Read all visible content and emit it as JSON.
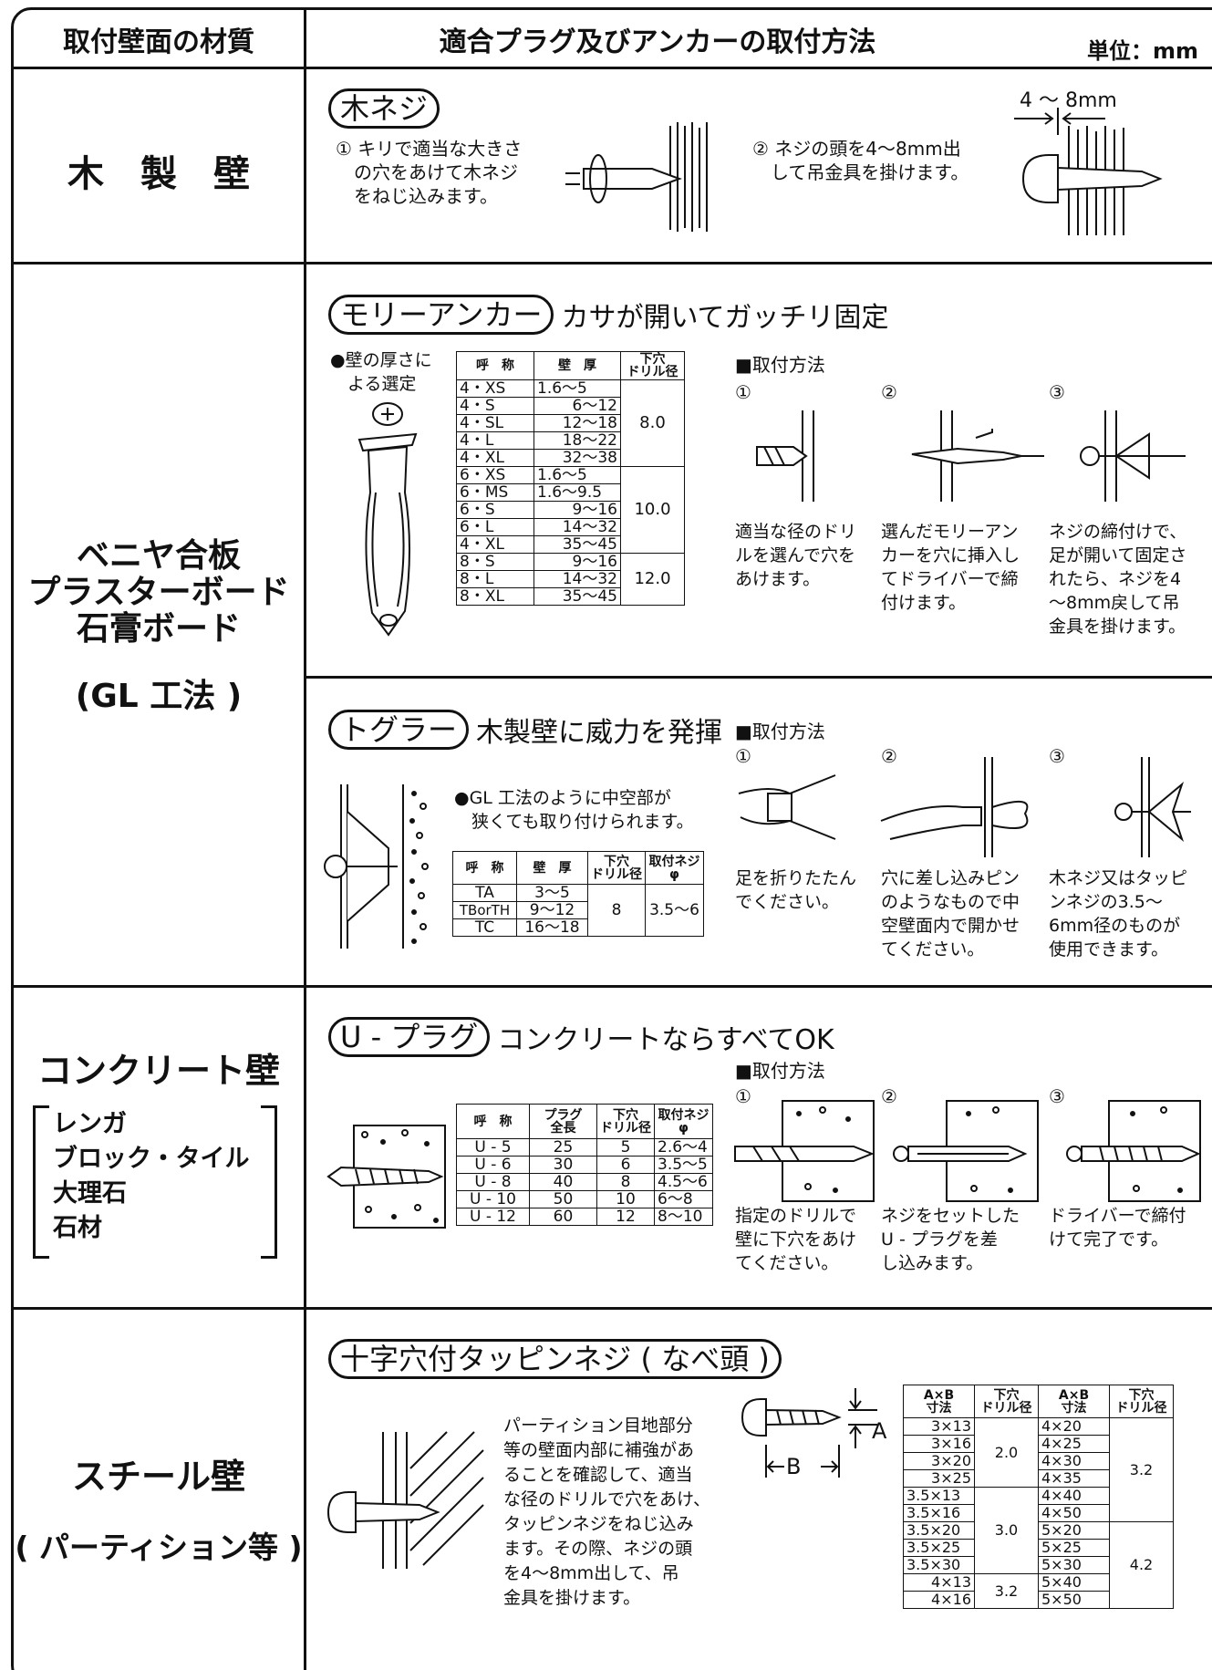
{
  "header": {
    "material_col": "取付壁面の材質",
    "method_col": "適合プラグ及びアンカーの取付方法",
    "unit": "単位：mm"
  },
  "wood": {
    "material": "木　製　壁",
    "title": "木ネジ",
    "step1": "① キリで適当な大きさ\n　の穴をあけて木ネジ\n　をねじ込みます。",
    "step2": "② ネジの頭を4～8mm出\n　して吊金具を掛けます。",
    "dim": "4 ～ 8mm"
  },
  "veneer": {
    "material_lines": [
      "ベニヤ合板",
      "プラスターボード",
      "石膏ボード"
    ],
    "sub": "(GL 工法 )"
  },
  "molly": {
    "title": "モリーアンカー",
    "tagline": "カサが開いてガッチリ固定",
    "select_note": "●壁の厚さに\n　よる選定",
    "method_label": "■取付方法",
    "steps": [
      "①",
      "②",
      "③"
    ],
    "desc": [
      "適当な径のドリ\nルを選んで穴を\nあけます。",
      "選んだモリーアン\nカーを穴に挿入し\nてドライバーで締\n付けます。",
      "ネジの締付けで、\n足が開いて固定さ\nれたら、ネジを4\n～8mm戻して吊\n金具を掛けます。"
    ],
    "table": {
      "headers": [
        "呼　称",
        "壁　厚",
        "下穴\nドリル径"
      ],
      "rows": [
        [
          "4・XS",
          "1.6～5"
        ],
        [
          "4・S",
          "6～12"
        ],
        [
          "4・SL",
          "12～18"
        ],
        [
          "4・L",
          "18～22"
        ],
        [
          "4・XL",
          "32～38"
        ],
        [
          "6・XS",
          "1.6～5"
        ],
        [
          "6・MS",
          "1.6～9.5"
        ],
        [
          "6・S",
          "9～16"
        ],
        [
          "6・L",
          "14～32"
        ],
        [
          "4・XL",
          "35～45"
        ],
        [
          "8・S",
          "9～16"
        ],
        [
          "8・L",
          "14～32"
        ],
        [
          "8・XL",
          "35～45"
        ]
      ],
      "drills": [
        "8.0",
        "10.0",
        "12.0"
      ]
    }
  },
  "toggler": {
    "title": "トグラー",
    "tagline": "木製壁に威力を発揮",
    "note": "●GL 工法のように中空部が\n　狭くても取り付けられます。",
    "method_label": "■取付方法",
    "steps": [
      "①",
      "②",
      "③"
    ],
    "desc": [
      "足を折りたたん\nでください。",
      "穴に差し込みピン\nのようなもので中\n空壁面内で開かせ\nてください。",
      "木ネジ又はタッピ\nンネジの3.5～\n6mm径のものが\n使用できます。"
    ],
    "table": {
      "headers": [
        "呼　称",
        "壁　厚",
        "下穴\nドリル径",
        "取付ネジ\nφ"
      ],
      "rows": [
        [
          "TA",
          "3～5"
        ],
        [
          "TBorTH",
          "9～12"
        ],
        [
          "TC",
          "16～18"
        ]
      ],
      "drill": "8",
      "screw": "3.5～6"
    }
  },
  "concrete": {
    "material": "コンクリート壁",
    "sub_lines": [
      "レンガ",
      "ブロック・タイル",
      "大理石",
      "石材"
    ],
    "title": "U - プラグ",
    "tagline": "コンクリートならすべてOK",
    "method_label": "■取付方法",
    "steps": [
      "①",
      "②",
      "③"
    ],
    "desc": [
      "指定のドリルで\n壁に下穴をあけ\nてください。",
      "ネジをセットした\nU - プラグを差\nし込みます。",
      "ドライバーで締付\nけて完了です。"
    ],
    "table": {
      "headers": [
        "呼　称",
        "プラグ\n全長",
        "下穴\nドリル径",
        "取付ネジ\nφ"
      ],
      "rows": [
        [
          "U - 5",
          "25",
          "5",
          "2.6～4"
        ],
        [
          "U - 6",
          "30",
          "6",
          "3.5～5"
        ],
        [
          "U - 8",
          "40",
          "8",
          "4.5～6"
        ],
        [
          "U - 10",
          "50",
          "10",
          "6～8"
        ],
        [
          "U - 12",
          "60",
          "12",
          "8～10"
        ]
      ]
    }
  },
  "steel": {
    "material": "スチール壁",
    "sub": "( パーティション等 )",
    "title": "十字穴付タッピンネジ ( なべ頭 )",
    "desc": "パーティション目地部分\n等の壁面内部に補強があ\nることを確認して、適当\nな径のドリルで穴をあけ、\nタッピンネジをねじ込み\nます。その際、ネジの頭\nを4～8mm出して、吊\n金具を掛けます。",
    "labelA": "A",
    "labelB": "B",
    "table": {
      "headers": [
        "A×B\n寸法",
        "下穴\nドリル径",
        "A×B\n寸法",
        "下穴\nドリル径"
      ],
      "left": [
        "3×13",
        "3×16",
        "3×20",
        "3×25",
        "3.5×13",
        "3.5×16",
        "3.5×20",
        "3.5×25",
        "3.5×30",
        "4×13",
        "4×16"
      ],
      "right": [
        "4×20",
        "4×25",
        "4×30",
        "4×35",
        "4×40",
        "4×50",
        "5×20",
        "5×25",
        "5×30",
        "5×40",
        "5×50"
      ],
      "ldrill": [
        "2.0",
        "3.0",
        "3.2"
      ],
      "rdrill": [
        "3.2",
        "4.2"
      ]
    }
  }
}
